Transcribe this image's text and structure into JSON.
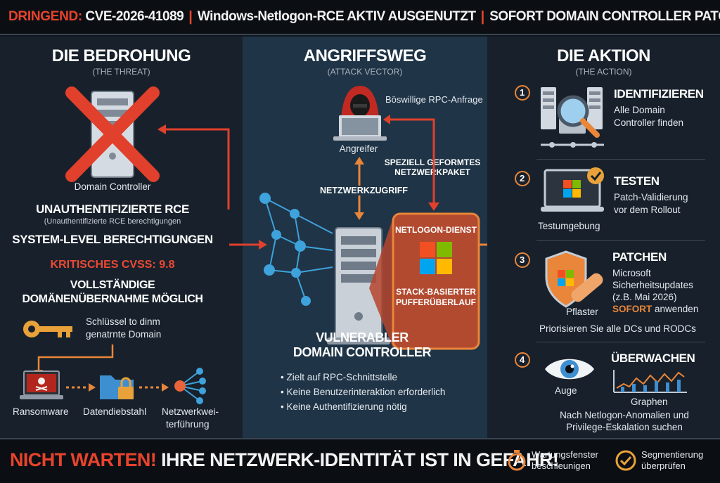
{
  "banner": {
    "alert": "DRINGEND:",
    "cve": "CVE-2026-41089",
    "sep": "|",
    "headline": "Windows-Netlogon-RCE AKTIV AUSGENUTZT",
    "action": "SOFORT DOMAIN CONTROLLER PATCHEN"
  },
  "left": {
    "title": "DIE BEDROHUNG",
    "subtitle": "(THE THREAT)",
    "server_label": "Domain Controller",
    "rce_title": "UNAUTHENTIFIZIERTE RCE",
    "rce_sub": "(Unauthentifizierte RCE berechtigungen",
    "system_level": "SYSTEM-LEVEL BERECHTIGUNGEN",
    "cvss": "KRITISCHES CVSS: 9.8",
    "takeover_1": "VOLLSTÄNDIGE",
    "takeover_2": "DOMÄNENÜBERNAHME MÖGLICH",
    "key_text_1": "Schlüssel to dinm",
    "key_text_2": "genatrnte Domain",
    "chain": [
      "Ransomware",
      "Datendiebstahl",
      "Netzwerkwei-",
      "terführung"
    ]
  },
  "mid": {
    "title": "ANGRIFFSWEG",
    "subtitle": "(ATTACK VECTOR)",
    "rpc_request": "Böswillige RPC-Anfrage",
    "attacker": "Angreifer",
    "packet_1": "SPEZIELL GEFORMTES",
    "packet_2": "NETZWERKPAKET",
    "network_access": "NETZWERKZUGRIFF",
    "netlogon": "NETLOGON-DIENST",
    "overflow_1": "STACK-BASIERTER",
    "overflow_2": "PUFFERÜBERLAUF",
    "dc_1": "VULNERABLER",
    "dc_2": "DOMAIN CONTROLLER",
    "bullets": [
      "Zielt auf RPC-Schnittstelle",
      "Keine Benutzerinteraktion erforderlich",
      "Keine Authentifizierung nötig"
    ]
  },
  "right": {
    "title": "DIE AKTION",
    "subtitle": "(THE ACTION)",
    "steps": [
      {
        "num": "1",
        "title": "IDENTIFIZIEREN",
        "line1": "Alle Domain",
        "line2": "Controller finden"
      },
      {
        "num": "2",
        "title": "TESTEN",
        "line1": "Patch-Validierung",
        "line2": "vor dem Rollout",
        "caption": "Testumgebung"
      },
      {
        "num": "3",
        "title": "PATCHEN",
        "line1": "Microsoft",
        "line2": "Sicherheitsupdates",
        "line3": "(z.B. Mai 2026)",
        "now": "SOFORT",
        "line4": "anwenden",
        "caption": "Pflaster",
        "extra": "Priorisieren Sie alle DCs und RODCs"
      },
      {
        "num": "4",
        "title": "ÜBERWACHEN",
        "eye": "Auge",
        "graphs": "Graphen",
        "line1": "Nach Netlogon-Anomalien und",
        "line2": "Privilege-Eskalation suchen"
      }
    ]
  },
  "footer": {
    "wait": "NICHT WARTEN!",
    "danger": "IHRE NETZWERK-IDENTITÄT IST IN GEFAHR!",
    "item1_1": "Wartungsfenster",
    "item1_2": "beschleunigen",
    "item2_1": "Segmentierung",
    "item2_2": "überprüfen"
  },
  "colors": {
    "accent_red": "#e8432c",
    "accent_orange": "#e9863a",
    "panel_dark": "#18212b",
    "panel_mid": "#1f3446"
  }
}
